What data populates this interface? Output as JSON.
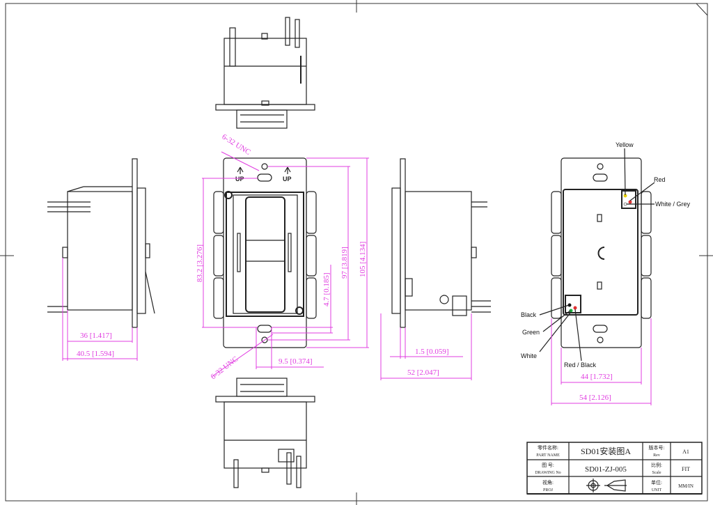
{
  "drawing": {
    "colors": {
      "dimension": "#e03ce0",
      "outline": "#222222"
    },
    "front_view": {
      "up_label": "UP"
    },
    "dimensions": {
      "thread_top": "6-32 UNC",
      "thread_bottom": "6-32 UNC",
      "height_83": "83.2 [3.276]",
      "offset_4_7": "4.7 [0.185]",
      "height_97": "97 [3.819]",
      "height_105": "105 [4.134]",
      "width_9_5": "9.5 [0.374]",
      "depth_36": "36 [1.417]",
      "depth_40_5": "40.5 [1.594]",
      "plate_1_5": "1.5 [0.059]",
      "depth_52": "52 [2.047]",
      "width_44": "44 [1.732]",
      "width_54": "54 [2.126]"
    },
    "wires": {
      "yellow": "Yellow",
      "red": "Red",
      "white_grey": "White / Grey",
      "black": "Black",
      "green": "Green",
      "white": "White",
      "red_black": "Red / Black"
    }
  },
  "title_block": {
    "part_name_label_cn": "零件名称:",
    "part_name_label": "PART NAME",
    "part_name": "SD01安装图A",
    "rev_label_cn": "版本号:",
    "rev_label": "Rev",
    "rev": "A1",
    "drawing_no_label_cn": "图 号:",
    "drawing_no_label": "DRAWING No",
    "drawing_no": "SD01-ZJ-005",
    "scale_label_cn": "比例:",
    "scale_label": "Scale",
    "scale": "FIT",
    "proj_label_cn": "视角:",
    "proj_label": "PROJ",
    "unit_label_cn": "单位:",
    "unit_label": "UNIT",
    "unit": "MM/IN"
  }
}
